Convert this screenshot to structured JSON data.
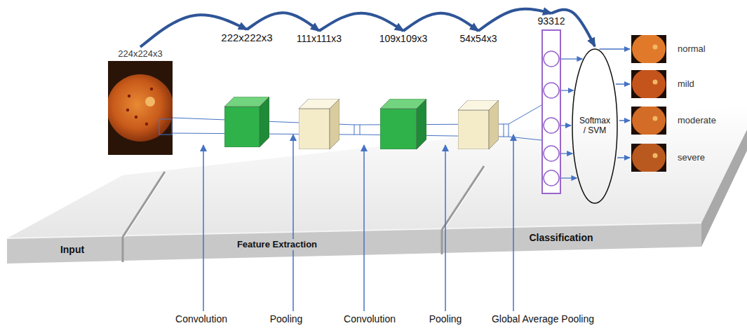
{
  "diagram": {
    "nodes": [
      {
        "text": [
          "224x224x3"
        ]
      },
      {
        "text": [
          "222x222x3"
        ]
      },
      {
        "text": [
          "111x111x3"
        ]
      },
      {
        "text": [
          "109x109x3"
        ]
      },
      {
        "text": [
          "54x54x3"
        ]
      },
      {
        "text": [
          "93312"
        ]
      },
      {
        "text": [
          "Softmax / SVM"
        ]
      },
      {
        "text": [
          "normal"
        ]
      },
      {
        "text": [
          "mild"
        ]
      },
      {
        "text": [
          "moderate"
        ]
      },
      {
        "text": [
          "severe"
        ]
      }
    ],
    "edges": [
      {
        "from": 0,
        "to": 1,
        "arrow": "to"
      },
      {
        "from": 1,
        "to": 2,
        "arrow": "to"
      },
      {
        "from": 2,
        "to": 3,
        "arrow": "to"
      },
      {
        "from": 3,
        "to": 4,
        "arrow": "to"
      },
      {
        "from": 4,
        "to": 5,
        "arrow": "to"
      },
      {
        "from": 5,
        "to": 6,
        "arrow": "to"
      },
      {
        "from": 6,
        "to": 7,
        "arrow": "to"
      },
      {
        "from": 6,
        "to": 8,
        "arrow": "to"
      },
      {
        "from": 6,
        "to": 9,
        "arrow": "to"
      },
      {
        "from": 6,
        "to": 10,
        "arrow": "to"
      }
    ],
    "labels": [
      "Input",
      "Feature Extraction",
      "Classification",
      "Convolution",
      "Pooling",
      "Convolution",
      "Pooling",
      "Global Average Pooling"
    ]
  }
}
